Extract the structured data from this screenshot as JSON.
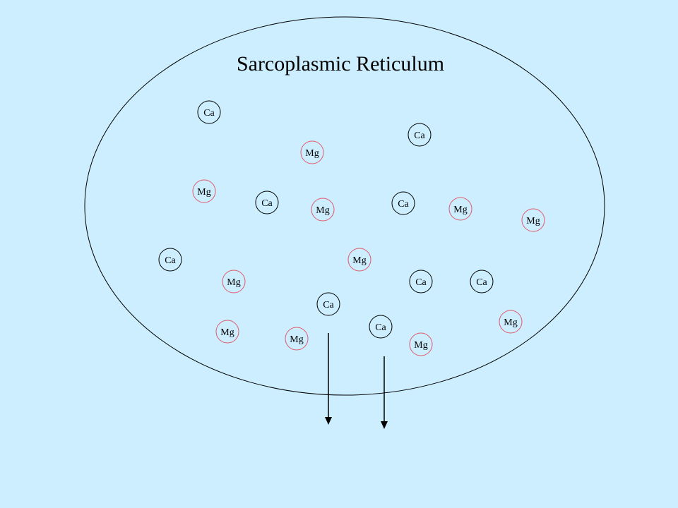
{
  "diagram": {
    "title": "Sarcoplasmic Reticulum",
    "colors": {
      "background": "#cceeff",
      "ca_stroke": "#000000",
      "mg_stroke": "#e05a6a",
      "outline": "#000000"
    },
    "ions": [
      {
        "label": "Ca",
        "kind": "ca"
      },
      {
        "label": "Ca",
        "kind": "ca"
      },
      {
        "label": "Mg",
        "kind": "mg"
      },
      {
        "label": "Mg",
        "kind": "mg"
      },
      {
        "label": "Ca",
        "kind": "ca"
      },
      {
        "label": "Mg",
        "kind": "mg"
      },
      {
        "label": "Ca",
        "kind": "ca"
      },
      {
        "label": "Mg",
        "kind": "mg"
      },
      {
        "label": "Mg",
        "kind": "mg"
      },
      {
        "label": "Ca",
        "kind": "ca"
      },
      {
        "label": "Mg",
        "kind": "mg"
      },
      {
        "label": "Mg",
        "kind": "mg"
      },
      {
        "label": "Ca",
        "kind": "ca"
      },
      {
        "label": "Ca",
        "kind": "ca"
      },
      {
        "label": "Ca",
        "kind": "ca"
      },
      {
        "label": "Mg",
        "kind": "mg"
      },
      {
        "label": "Ca",
        "kind": "ca"
      },
      {
        "label": "Mg",
        "kind": "mg"
      },
      {
        "label": "Mg",
        "kind": "mg"
      },
      {
        "label": "Mg",
        "kind": "mg"
      }
    ]
  }
}
